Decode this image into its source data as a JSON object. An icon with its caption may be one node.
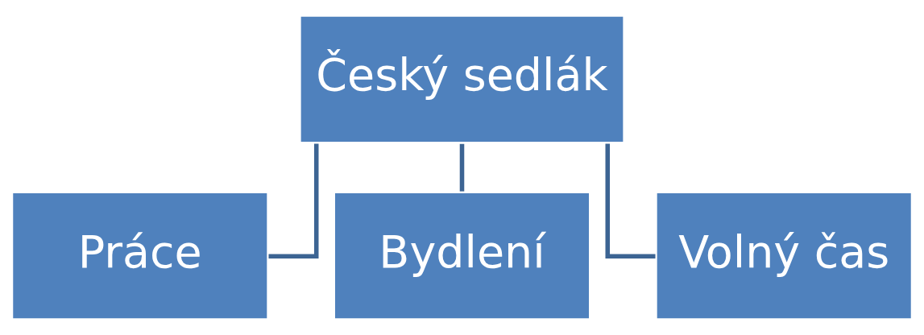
{
  "diagram": {
    "nodes": [
      {
        "text": [
          "Český sedlák"
        ]
      },
      {
        "text": [
          "Práce"
        ]
      },
      {
        "text": [
          "Bydlení"
        ]
      },
      {
        "text": [
          "Volný čas"
        ]
      }
    ],
    "edges": [
      {
        "from": 0,
        "to": 1,
        "arrow": "none"
      },
      {
        "from": 0,
        "to": 2,
        "arrow": "none"
      },
      {
        "from": 0,
        "to": 3,
        "arrow": "none"
      }
    ]
  }
}
